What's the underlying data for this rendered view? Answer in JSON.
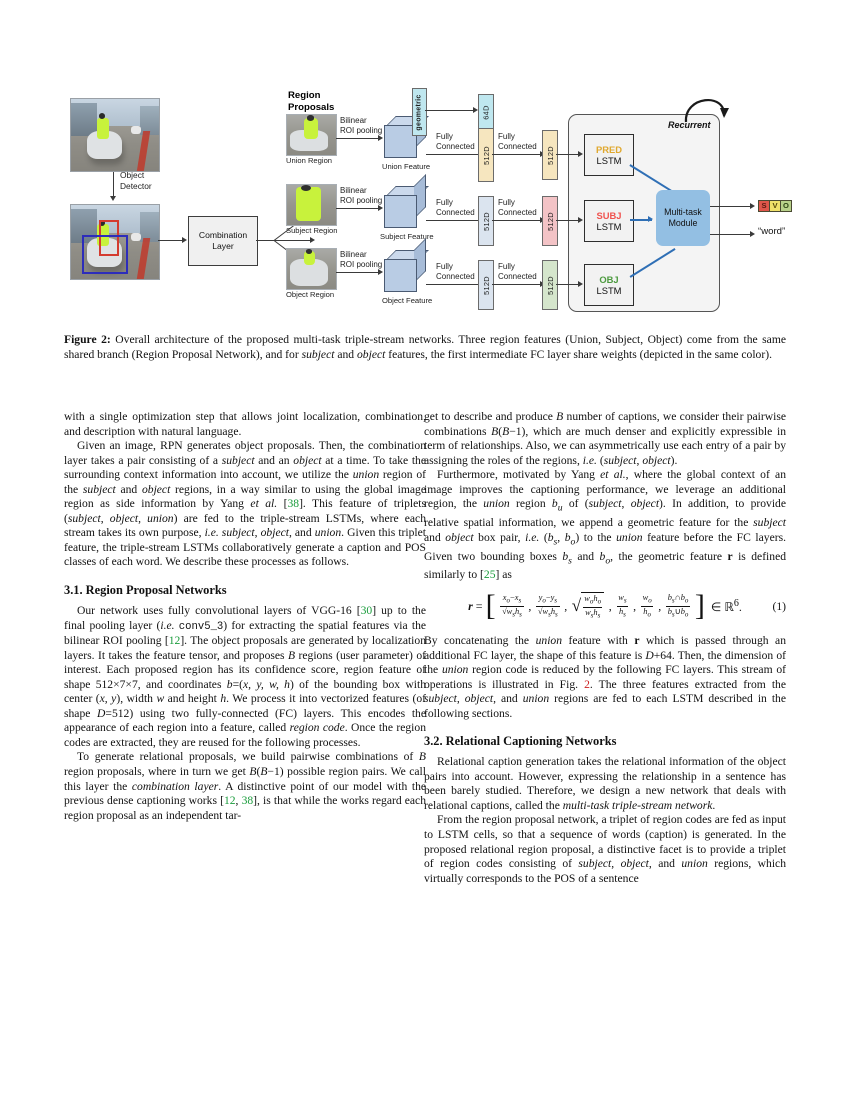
{
  "figure": {
    "caption_prefix": "Figure 2:",
    "caption": "Figure 2: Overall architecture of the proposed multi-task triple-stream networks. Three region features (Union, Subject, Object) come from the same shared branch (Region Proposal Network), and for subject and object features, the first intermediate FC layer share weights (depicted in the same color).",
    "labels": {
      "object_detector": "Object\nDetector",
      "combination_layer": "Combination\nLayer",
      "region_proposals": "Region\nProposals",
      "union_region": "Union Region",
      "subject_region": "Subject Region",
      "object_region": "Object Region",
      "bilinear_roi_pooling": "Bilinear\nROI pooling",
      "union_feature": "Union Feature",
      "subject_feature": "Subject Feature",
      "object_feature": "Object Feature",
      "fully_connected": "Fully\nConnected",
      "geometric": "geometric",
      "dim_64": "64D",
      "dim_512": "512D",
      "pred": "PRED",
      "subj": "SUBJ",
      "obj": "OBJ",
      "lstm": "LSTM",
      "recurrent": "Recurrent",
      "multi_task_module": "Multi-task\nModule",
      "svo": [
        "S",
        "V",
        "O"
      ],
      "word_output": "“word”"
    },
    "colors": {
      "geometric_fill": "#bfe7ef",
      "pred_bar_fill": "#f6e6bf",
      "subj_bar_fill": "#f3c3c6",
      "obj_bar_fill": "#d5e6cc",
      "shared_fc_fill": "#dbe4ef",
      "cube_fill": "#b9cce4",
      "multitask_fill": "#93bfe3",
      "pred_text": "#e0a82e",
      "subj_text": "#f0534f",
      "obj_text": "#4c9a3f",
      "svo_s": "#e0564a",
      "svo_v": "#efe06a",
      "svo_o": "#b7d08a",
      "arrow_blue": "#2f6fb5"
    }
  },
  "left_column": {
    "p1": "with a single optimization step that allows joint localization, combination, and description with natural language.",
    "p2_a": "Given an image, RPN generates object proposals. Then, the combination layer takes a pair consisting of a ",
    "p2_subject": "subject",
    "p2_b": " and an ",
    "p2_object": "object",
    "p2_c": " at a time. To take the surrounding context information into account, we utilize the ",
    "p2_union": "union",
    "p2_d": " region of the ",
    "p2_e": " and ",
    "p2_f": " regions, in a way similar to using the global image region as side information by Yang ",
    "p2_etal": "et al.",
    "p2_ref38": "38",
    "p2_g": ". This feature of triplets (",
    "p2_h": ") are fed to the triple-stream LSTMs, where each stream takes its own purpose, ",
    "p2_ie": "i.e.",
    "p2_i": ", and ",
    "p2_j": ". Given this triplet feature, the triple-stream LSTMs collaboratively generate a caption and POS classes of each word. We describe these processes as follows.",
    "section_31": "3.1. Region Proposal Networks",
    "p3_a": "Our network uses fully convolutional layers of VGG-16 [",
    "p3_ref30": "30",
    "p3_b": "] up to the final pooling layer (",
    "p3_ie": "i.e.",
    "p3_conv": "conv5_3",
    "p3_c": ") for extracting the spatial features via the bilinear ROI pooling [",
    "p3_ref12": "12",
    "p3_d": "]. The object proposals are generated by localization layers. It takes the feature tensor, and proposes ",
    "p3_B": "B",
    "p3_e": " regions (user parameter) of interest. Each proposed region has its confidence score, region feature of shape 512×7×7, and coordinates ",
    "p3_coord": "b=(x, y, w, h)",
    "p3_f": " of the bounding box with center ",
    "p3_xy": "(x, y)",
    "p3_g": ", width ",
    "p3_w": "w",
    "p3_h": " and height ",
    "p3_hh": "h",
    "p3_i": ". We process it into vectorized features (of shape ",
    "p3_D": "D=512",
    "p3_j": ") using two fully-connected (FC) layers. This encodes the appearance of each region into a feature, called ",
    "p3_regioncode": "region code",
    "p3_k": ". Once the region codes are extracted, they are reused for the following processes.",
    "p4_a": "To generate relational proposals, we build pairwise combinations of ",
    "p4_B": "B",
    "p4_b": " region proposals, where in turn we get ",
    "p4_BB": "B(B−1)",
    "p4_c": " possible region pairs. We call this layer the ",
    "p4_comb": "combination layer",
    "p4_d": ". A distinctive point of our model with the previous dense captioning works [",
    "p4_ref12": "12",
    "p4_ref38": "38",
    "p4_e": "], is that while the works regard each region proposal as an independent tar-"
  },
  "right_column": {
    "p1_a": "get to describe and produce ",
    "p1_B": "B",
    "p1_b": " number of captions, we consider their pairwise combinations ",
    "p1_BB": "B(B−1)",
    "p1_c": ", which are much denser and explicitly expressible in term of relationships. Also, we can asymmetrically use each entry of a pair by assigning the roles of the regions, ",
    "p1_ie": "i.e.",
    "p1_subject": "subject",
    "p1_object": "object",
    "p1_d": ").",
    "p2_a": "Furthermore, motivated by Yang ",
    "p2_etal": "et al.",
    "p2_b": ", where the global context of an image improves the captioning performance, we leverage an additional region, the ",
    "p2_union": "union",
    "p2_c": " region ",
    "p2_bu": "b",
    "p2_bu_sub": "u",
    "p2_d": " of (",
    "p2_e": "). In addition, to provide relative spatial information, we append a geometric feature for the ",
    "p2_f": " and ",
    "p2_g": " box pair, ",
    "p2_h": " (",
    "p2_bs": "b",
    "p2_bo": "b",
    "p2_i": ") to the ",
    "p2_j": " feature before the FC layers. Given two bounding boxes ",
    "p2_k": " and ",
    "p2_l": ", the geometric feature ",
    "p2_r": "r",
    "p2_m": " is defined similarly to [",
    "p2_ref25": "25",
    "p2_n": "] as",
    "equation": {
      "lhs": "r",
      "eq": "=",
      "terms": [
        {
          "num": "xₒ−xₛ",
          "den": "√wₛhₛ"
        },
        {
          "num": "yₒ−yₛ",
          "den": "√wₛhₛ"
        },
        {
          "sqrt_num": "wₒhₒ",
          "sqrt_den": "wₛhₛ"
        },
        {
          "num": "wₛ",
          "den": "hₛ"
        },
        {
          "num": "wₒ",
          "den": "hₒ"
        },
        {
          "num": "bₛ ∩ bₒ",
          "den": "bₛ ∪ bₒ"
        }
      ],
      "membership": "∈ ℝ⁶.",
      "number": "(1)"
    },
    "p3_a": "By concatenating the ",
    "p3_union": "union",
    "p3_b": " feature with ",
    "p3_r": "r",
    "p3_c": " which is passed through an additional FC layer, the shape of this feature is ",
    "p3_D": "D+64",
    "p3_d": ". Then, the dimension of the ",
    "p3_e": " region code is reduced by the following FC layers. This stream of operations is illustrated in Fig. ",
    "p3_fig2": "2",
    "p3_f": ". The three features extracted from the ",
    "p3_g": ", ",
    "p3_h": ", and ",
    "p3_i": " regions are fed to each LSTM described in the following sections.",
    "section_32": "3.2. Relational Captioning Networks",
    "p4_a": "Relational caption generation takes the relational information of the object pairs into account. However, expressing the relationship in a sentence has been barely studied. Therefore, we design a new network that deals with relational captions, called the ",
    "p4_name": "multi-task triple-stream network",
    "p4_b": ".",
    "p5_a": "From the region proposal network, a triplet of region codes are fed as input to LSTM cells, so that a sequence of words (caption) is generated. In the proposed relational region proposal, a distinctive facet is to provide a triplet of region codes consisting of ",
    "p5_subject": "subject",
    "p5_object": "object",
    "p5_union": "union",
    "p5_b": " regions, which virtually corresponds to the POS of a sentence"
  }
}
